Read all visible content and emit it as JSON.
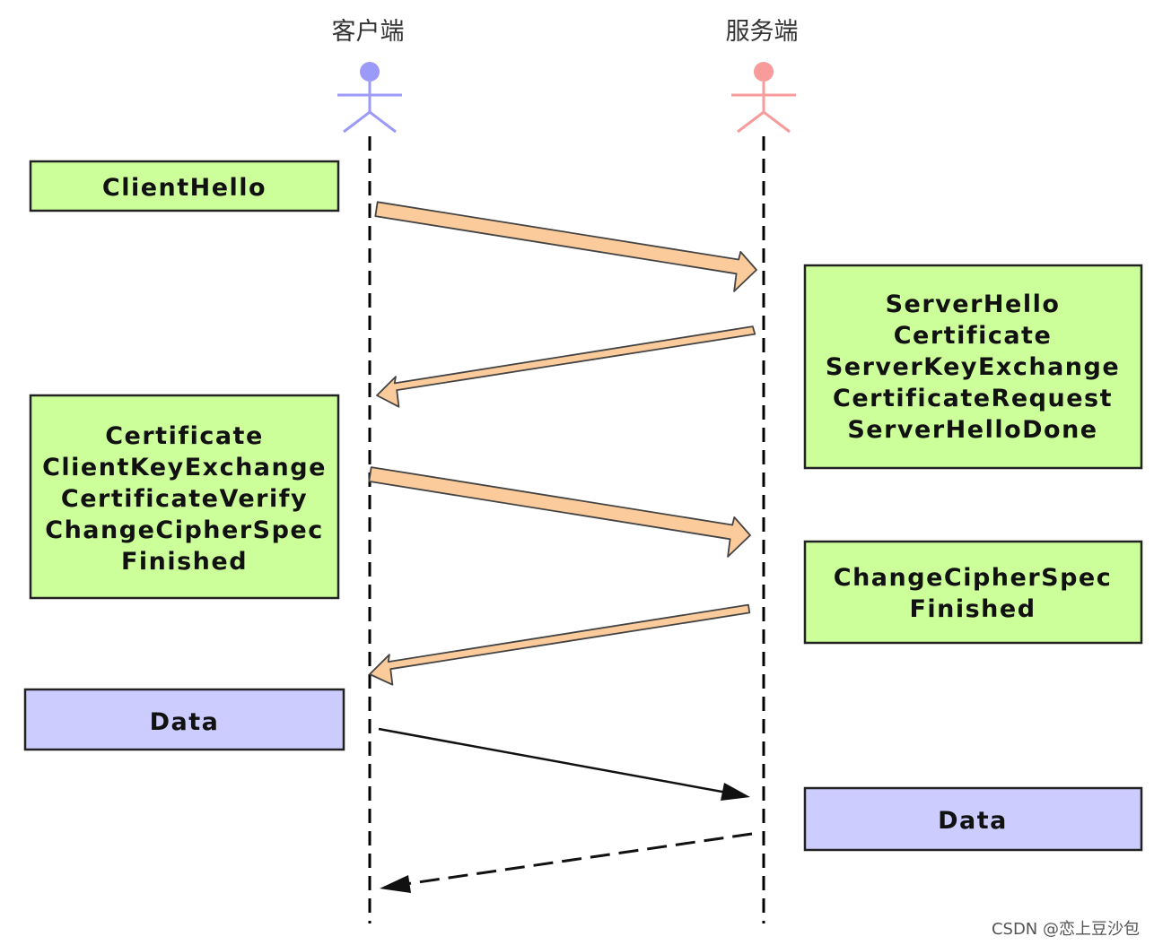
{
  "actors": {
    "client": {
      "label": "客户端",
      "color": "#9b9bf7"
    },
    "server": {
      "label": "服务端",
      "color": "#f79b9b"
    }
  },
  "boxes": {
    "client_hello": {
      "lines": [
        "ClientHello"
      ]
    },
    "server_hello_group": {
      "lines": [
        "ServerHello",
        "Certificate",
        "ServerKeyExchange",
        "CertificateRequest",
        "ServerHelloDone"
      ]
    },
    "client_key_group": {
      "lines": [
        "Certificate",
        "ClientKeyExchange",
        "CertificateVerify",
        "ChangeCipherSpec",
        "Finished"
      ]
    },
    "server_finished_group": {
      "lines": [
        "ChangeCipherSpec",
        "Finished"
      ]
    },
    "client_data": {
      "lines": [
        "Data"
      ]
    },
    "server_data": {
      "lines": [
        "Data"
      ]
    }
  },
  "colors": {
    "handshake_box": "#ccff99",
    "data_box": "#ccccff",
    "handshake_arrow": "#fbcb9b",
    "lifeline": "#000000"
  },
  "watermark": "CSDN @恋上豆沙包"
}
